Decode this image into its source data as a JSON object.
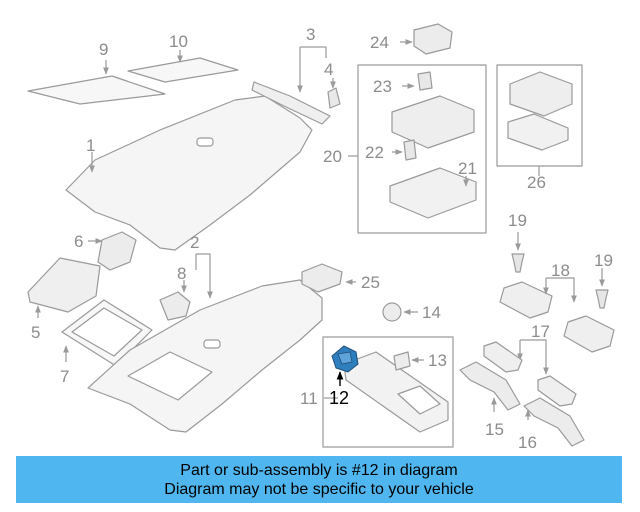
{
  "colors": {
    "part_line": "#9a9a9a",
    "part_fill": "#f3f3f3",
    "highlight_part": "#2f7fbf",
    "highlight_label": "#000000",
    "banner_background": "#4fb6f0"
  },
  "callouts": [
    {
      "id": "1",
      "highlight": false
    },
    {
      "id": "2",
      "highlight": false
    },
    {
      "id": "3",
      "highlight": false
    },
    {
      "id": "4",
      "highlight": false
    },
    {
      "id": "5",
      "highlight": false
    },
    {
      "id": "6",
      "highlight": false
    },
    {
      "id": "7",
      "highlight": false
    },
    {
      "id": "8",
      "highlight": false
    },
    {
      "id": "9",
      "highlight": false
    },
    {
      "id": "10",
      "highlight": false
    },
    {
      "id": "11",
      "highlight": false
    },
    {
      "id": "12",
      "highlight": true
    },
    {
      "id": "13",
      "highlight": false
    },
    {
      "id": "14",
      "highlight": false
    },
    {
      "id": "15",
      "highlight": false
    },
    {
      "id": "16",
      "highlight": false
    },
    {
      "id": "17",
      "highlight": false
    },
    {
      "id": "18",
      "highlight": false
    },
    {
      "id": "19",
      "highlight": false
    },
    {
      "id": "19",
      "highlight": false
    },
    {
      "id": "20",
      "highlight": false
    },
    {
      "id": "21",
      "highlight": false
    },
    {
      "id": "22",
      "highlight": false
    },
    {
      "id": "23",
      "highlight": false
    },
    {
      "id": "24",
      "highlight": false
    },
    {
      "id": "25",
      "highlight": false
    },
    {
      "id": "26",
      "highlight": false
    }
  ],
  "banner": {
    "line1": "Part or sub-assembly is #12 in diagram",
    "line2": "Diagram may not be specific to your vehicle"
  }
}
